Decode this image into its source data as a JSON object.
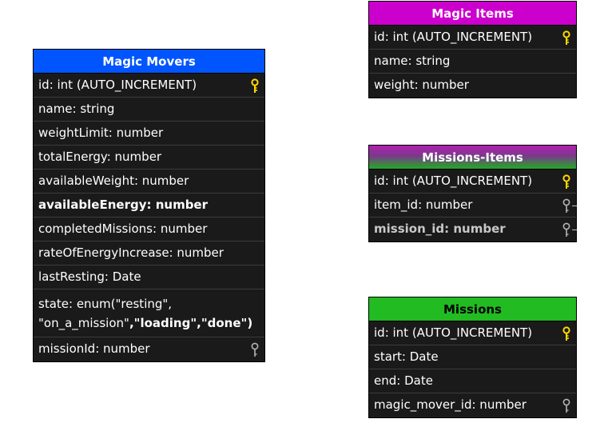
{
  "tables": {
    "magic_movers": {
      "title": "Magic Movers",
      "header_color": "#0055ff",
      "fields": [
        "id: int (AUTO_INCREMENT)",
        "name: string",
        "weightLimit: number",
        "totalEnergy: number",
        "availableWeight: number",
        "availableEnergy: number",
        "completedMissions: number",
        "rateOfEnergyIncrease: number",
        "lastResting: Date",
        "state: enum(\"resting\",",
        "\"on_a_mission\"",
        ",\"loading\",\"done\")",
        "missionId: number"
      ]
    },
    "magic_items": {
      "title": "Magic Items",
      "header_color": "#cc00cc",
      "fields": [
        "id: int (AUTO_INCREMENT)",
        "name: string",
        "weight: number"
      ]
    },
    "missions_items": {
      "title": "Missions-Items",
      "header_gradient": [
        "#b020b0",
        "#22aa22"
      ],
      "fields": [
        "id: int (AUTO_INCREMENT)",
        "item_id: number",
        "mission_id: number"
      ]
    },
    "missions": {
      "title": "Missions",
      "header_color": "#22bb22",
      "fields": [
        "id: int (AUTO_INCREMENT)",
        "start: Date",
        "end: Date",
        "magic_mover_id: number"
      ]
    }
  },
  "icons": {
    "primary_key": "primary-key-icon",
    "foreign_key": "foreign-key-icon",
    "primary_key_color": "#ffd700",
    "foreign_key_color": "#b4b4b4"
  }
}
